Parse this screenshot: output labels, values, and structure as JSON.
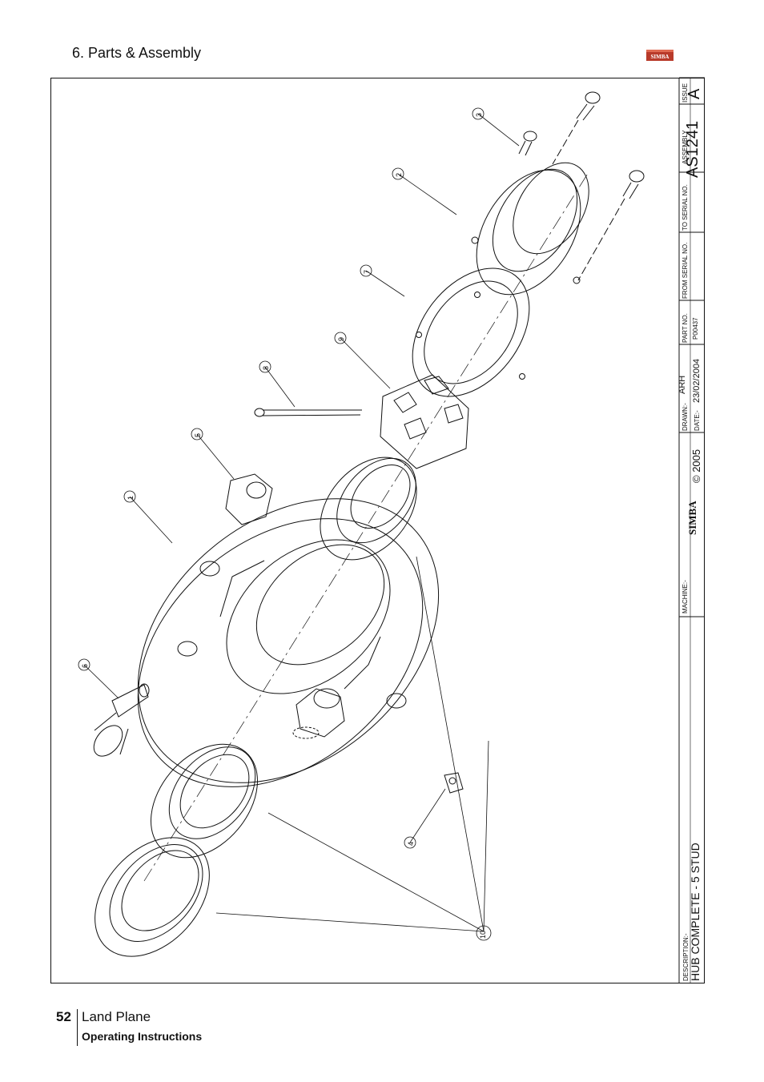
{
  "header": {
    "section_title": "6. Parts & Assembly",
    "logo_text": "SIMBA"
  },
  "title_block": {
    "description_label": "DESCRIPTION:-",
    "description": "HUB COMPLETE - 5 STUD",
    "machine_label": "MACHINE:-",
    "brand": "SIMBA",
    "copyright": "© 2005",
    "drawn_label": "DRAWN:-",
    "drawn_by": "ARH",
    "date_label": "DATE:-",
    "date": "23/02/2004",
    "part_no_label": "PART NO.",
    "part_no": "P00437",
    "from_serial_label": "FROM SERIAL NO.",
    "to_serial_label": "TO SERIAL NO.",
    "assembly_label": "ASSEMBLY",
    "assembly_no": "AS1241",
    "issue_label": "ISSUE",
    "issue": "A"
  },
  "callouts": [
    "1",
    "2",
    "3",
    "4",
    "5",
    "6",
    "7",
    "8",
    "9",
    "10"
  ],
  "footer": {
    "page_number": "52",
    "product": "Land Plane",
    "subtitle": "Operating Instructions"
  }
}
